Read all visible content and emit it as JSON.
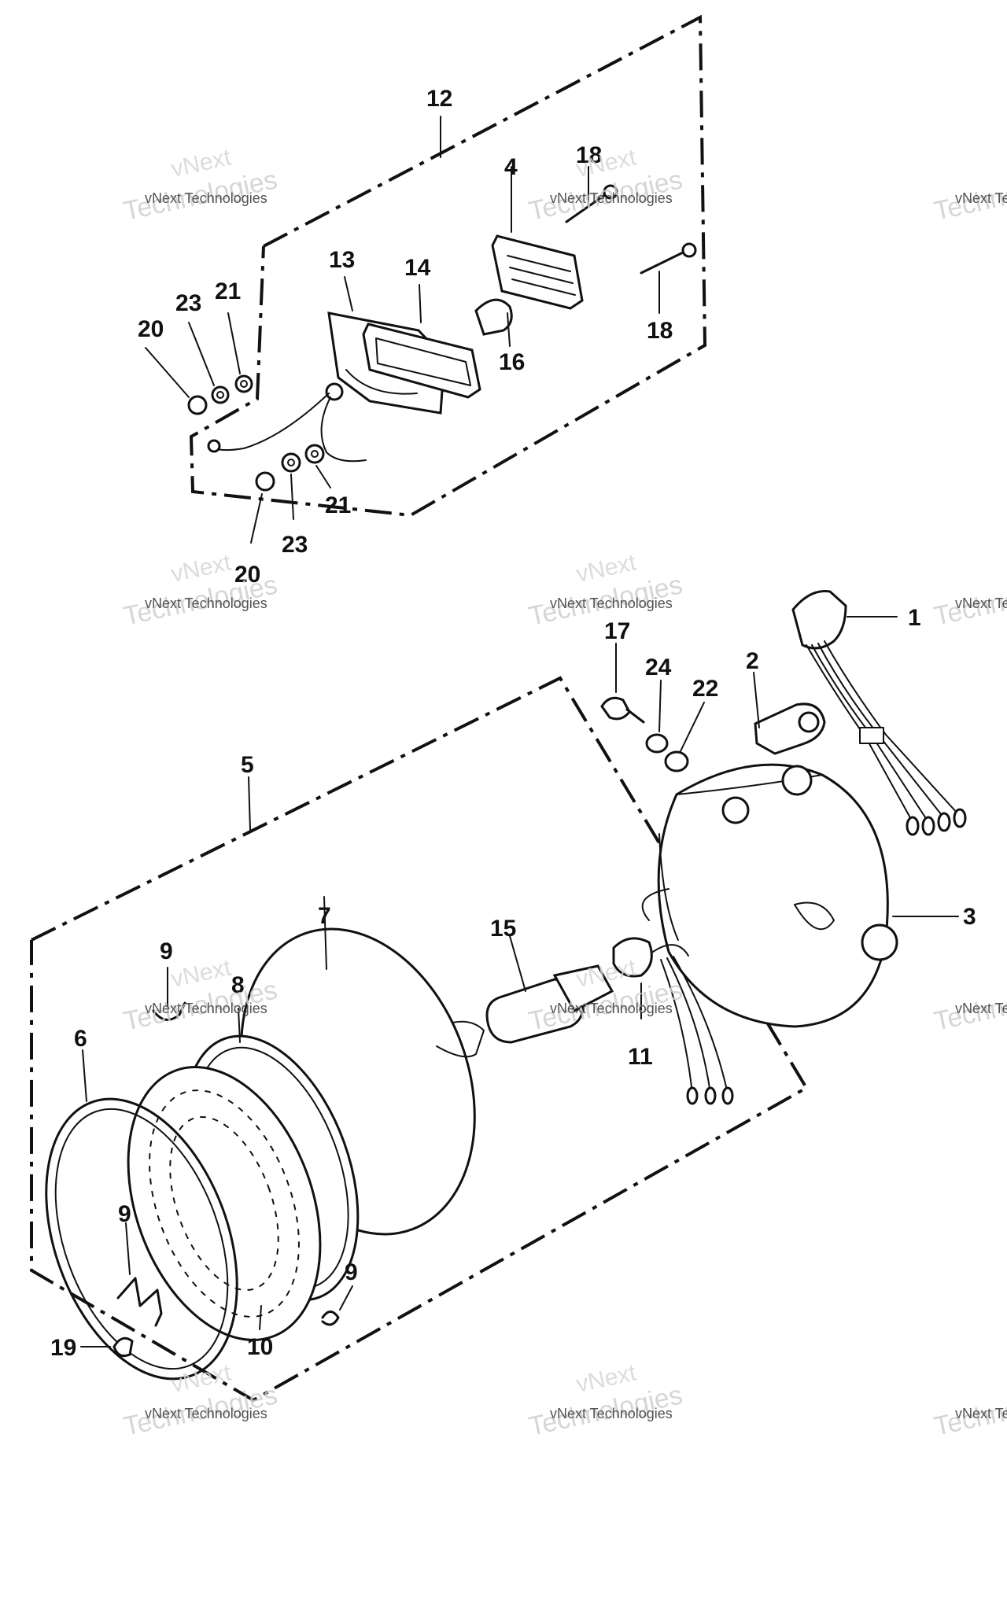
{
  "watermark": {
    "name": "vNext Technologies",
    "brand": "vNext",
    "word": "Technologies"
  },
  "labels": [
    "1",
    "2",
    "3",
    "4",
    "5",
    "6",
    "7",
    "8",
    "9",
    "9",
    "9",
    "10",
    "11",
    "12",
    "13",
    "14",
    "15",
    "16",
    "17",
    "18",
    "18",
    "19",
    "20",
    "20",
    "21",
    "21",
    "22",
    "23",
    "23",
    "24"
  ]
}
